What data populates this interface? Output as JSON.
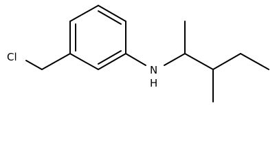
{
  "molecule": {
    "atom_labels": {
      "chlorine": "Cl",
      "nitrogen": "N",
      "hydrogen": "H"
    }
  }
}
